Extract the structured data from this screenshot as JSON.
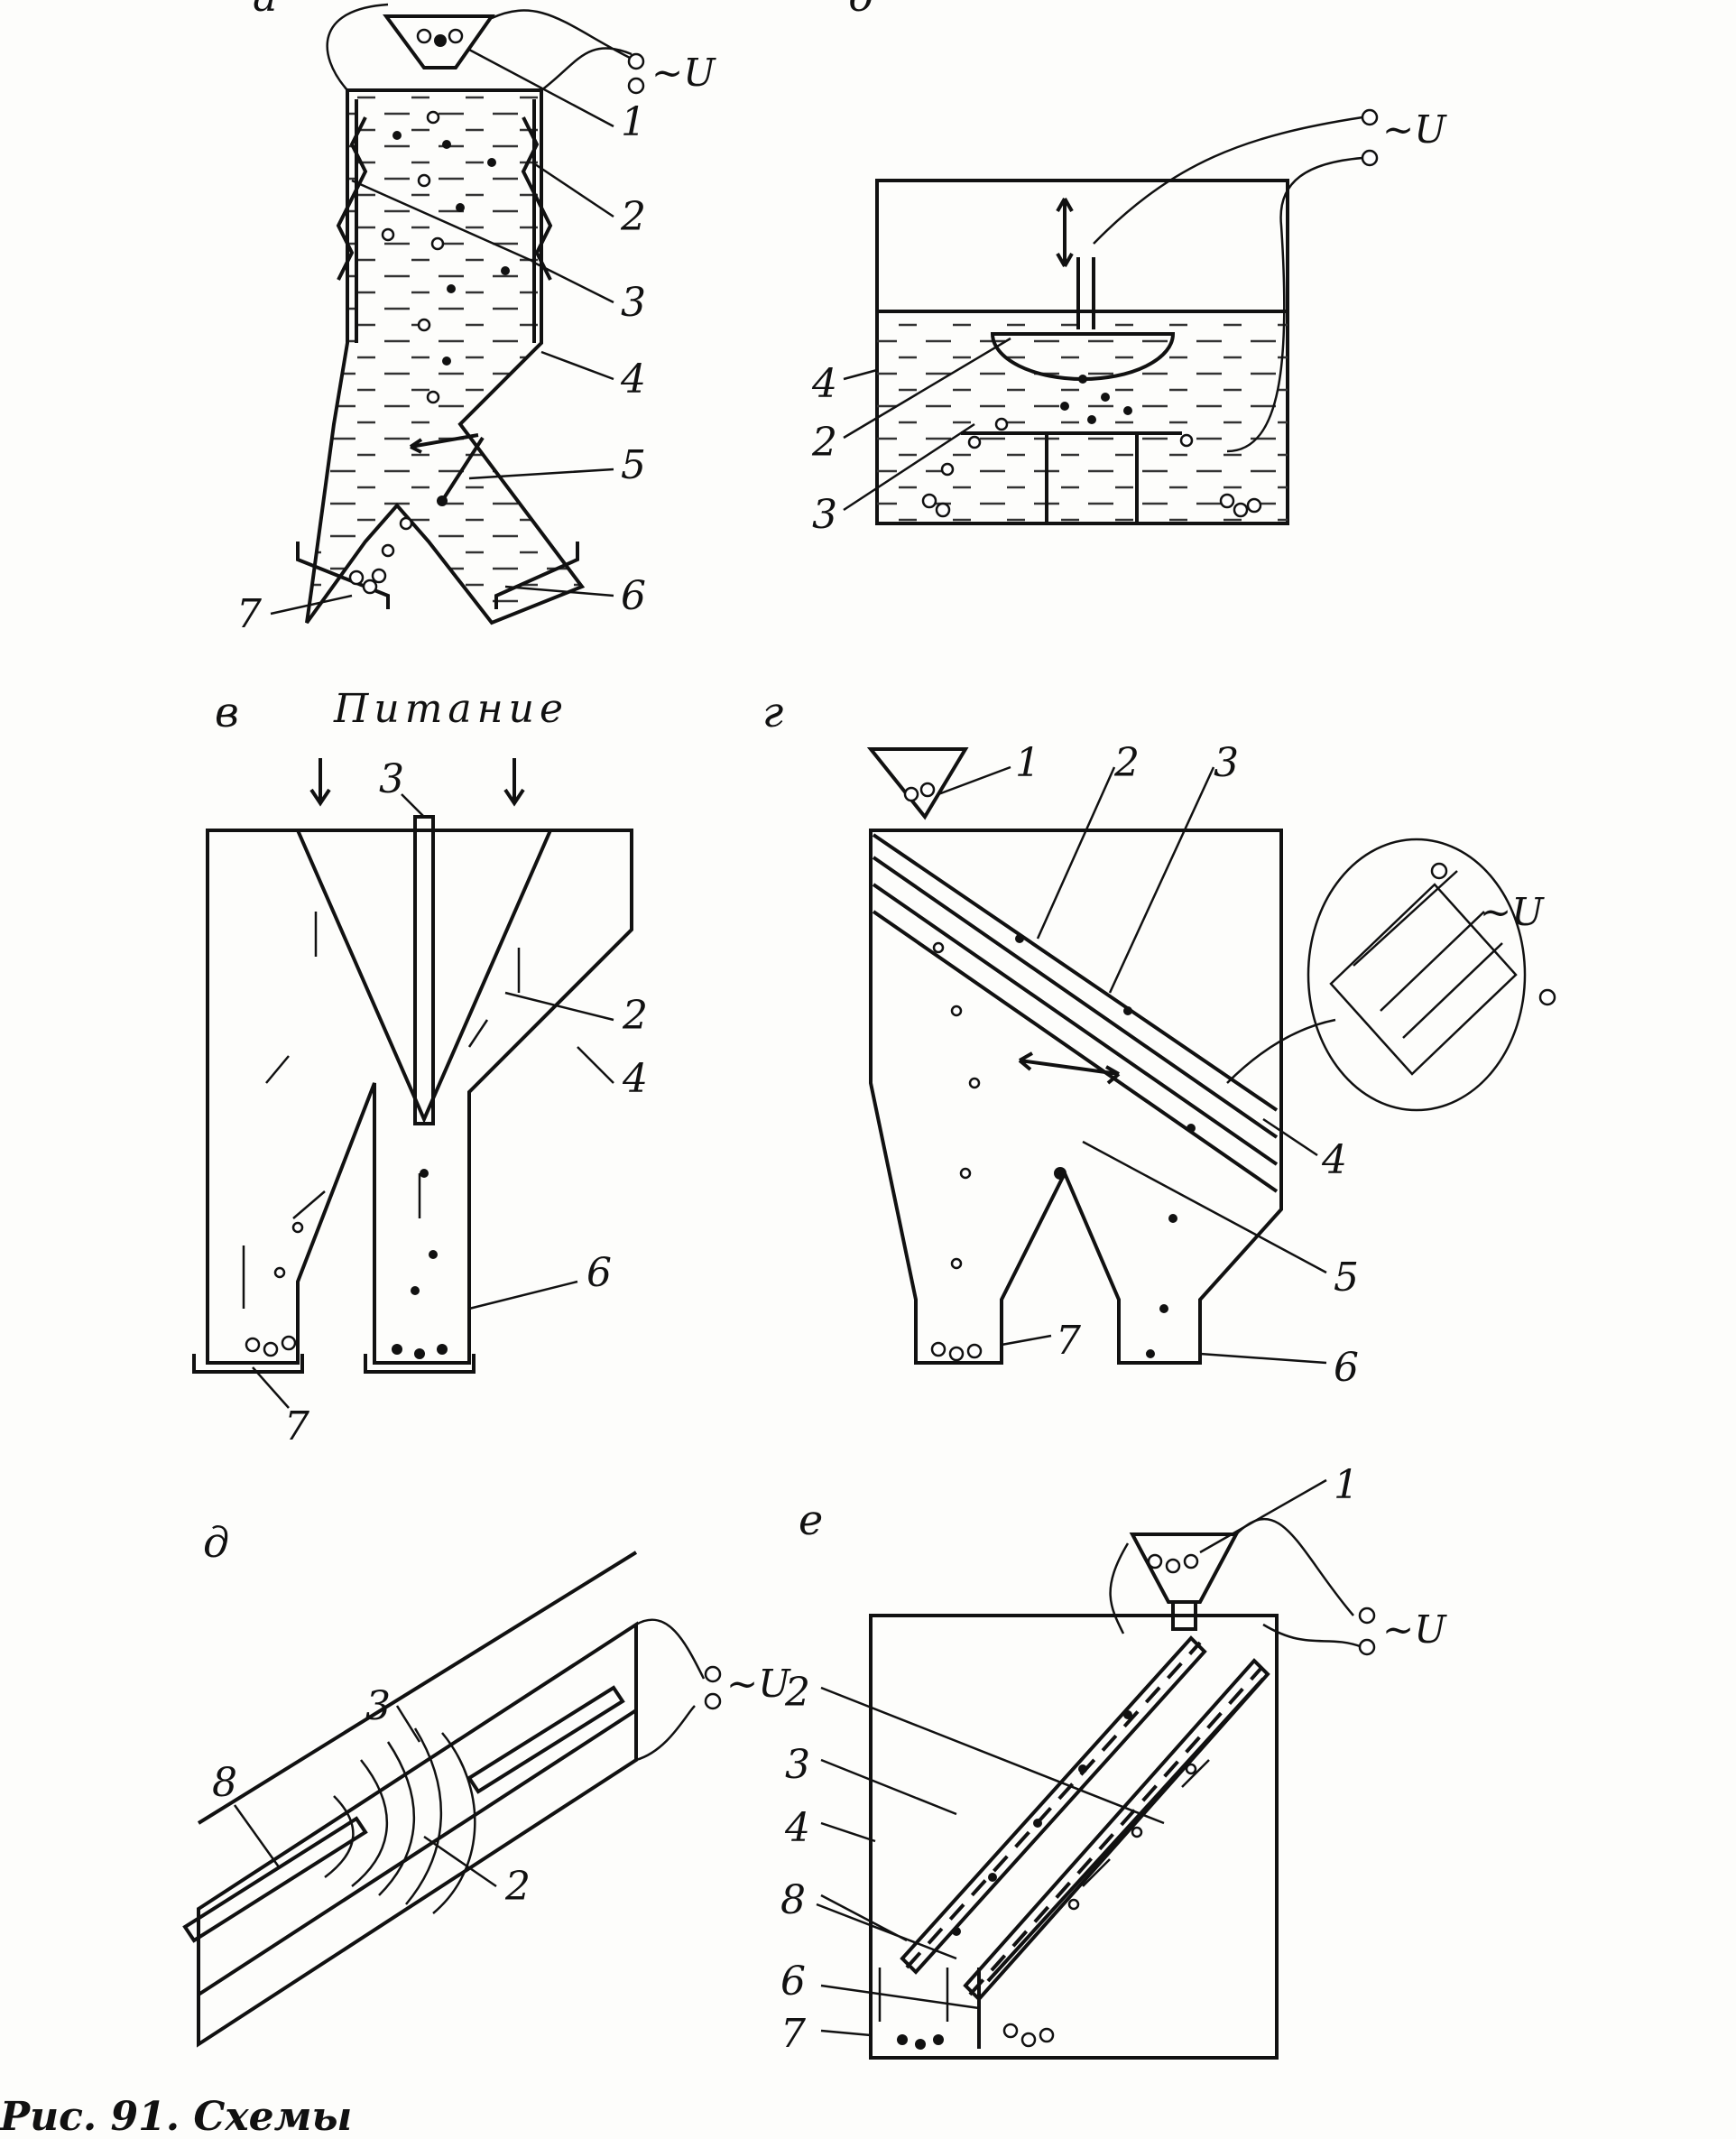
{
  "panels": {
    "a": {
      "letter": "а",
      "labels": [
        "1",
        "2",
        "3",
        "4",
        "5",
        "6",
        "7"
      ],
      "voltage": "~U"
    },
    "b": {
      "letter": "б",
      "labels": [
        "4",
        "2",
        "3"
      ],
      "voltage": "~U"
    },
    "v": {
      "letter": "в",
      "feed": "Питание",
      "labels": [
        "3",
        "2",
        "4",
        "6",
        "7"
      ]
    },
    "g": {
      "letter": "г",
      "labels": [
        "1",
        "2",
        "3",
        "4",
        "5",
        "6",
        "7"
      ],
      "voltage": "~U"
    },
    "d": {
      "letter": "д",
      "labels": [
        "3",
        "8",
        "2"
      ],
      "voltage": "~U"
    },
    "e": {
      "letter": "е",
      "labels": [
        "1",
        "2",
        "3",
        "4",
        "8",
        "6",
        "7"
      ],
      "voltage": "~U"
    }
  },
  "caption": "Рис. 91. Схемы"
}
